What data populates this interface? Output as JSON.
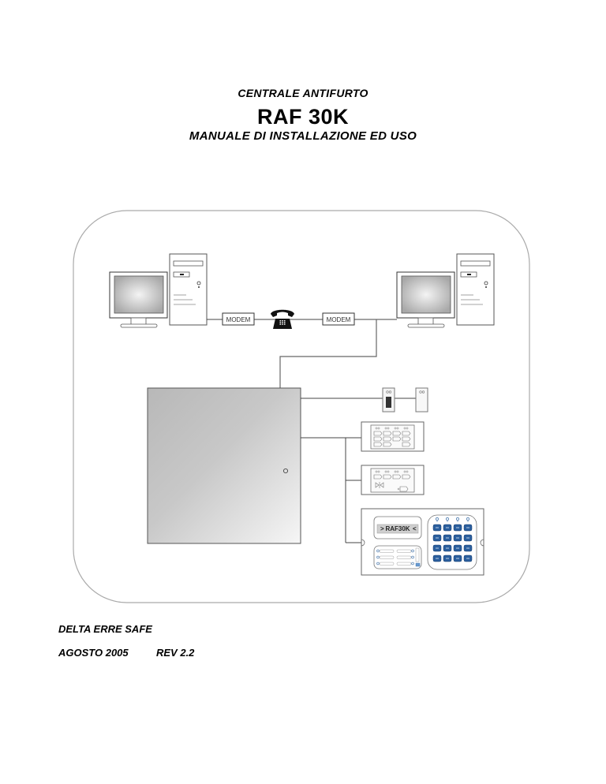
{
  "document": {
    "subtitle": "CENTRALE  ANTIFURTO",
    "title": "RAF 30K",
    "manual_title": "MANUALE DI INSTALLAZIONE ED USO"
  },
  "diagram": {
    "modem_left_label": "MODEM",
    "modem_right_label": "MODEM",
    "keypad_display_text": "RAF30K",
    "keypad_display_left_marker": ">",
    "keypad_display_right_marker": "<",
    "icons": [
      "computer-icon",
      "telephone-icon",
      "modem-icon",
      "control-panel-icon",
      "key-reader-icon",
      "keypad-icon"
    ]
  },
  "footer": {
    "company": "DELTA ERRE SAFE",
    "date": "AGOSTO  2005",
    "revision": "REV 2.2"
  }
}
